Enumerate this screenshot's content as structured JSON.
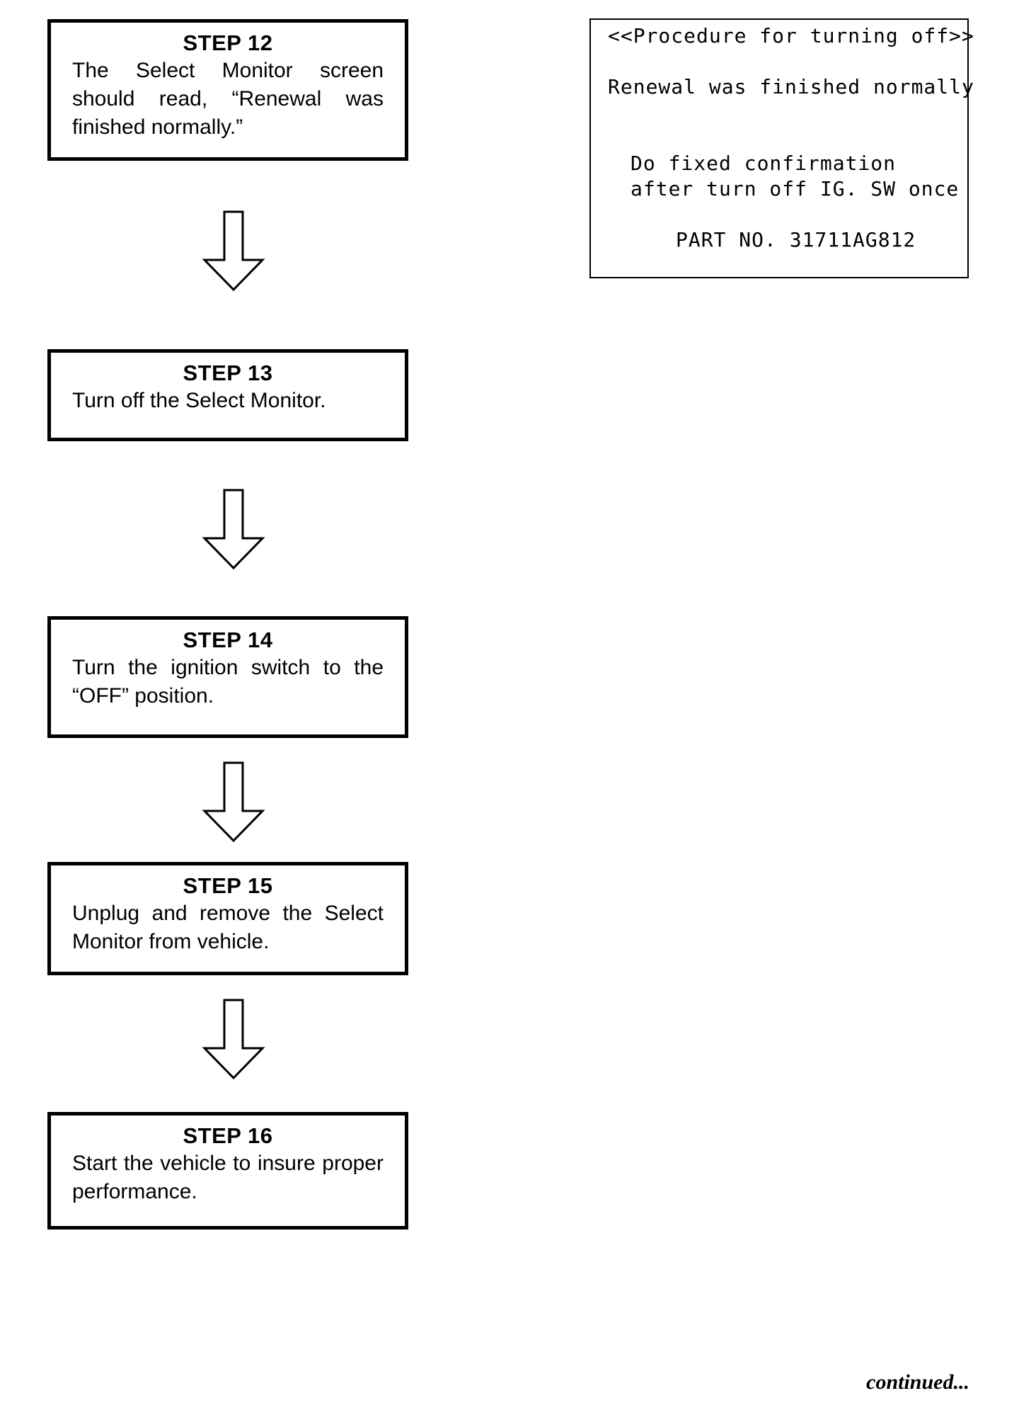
{
  "steps": [
    {
      "title": "STEP 12",
      "text": "The Select Monitor screen should read, “Renewal was finished normally.”"
    },
    {
      "title": "STEP 13",
      "text": "Turn off the Select Monitor."
    },
    {
      "title": "STEP 14",
      "text": "Turn the ignition switch to the “OFF” position."
    },
    {
      "title": "STEP 15",
      "text": "Unplug and remove the Select Monitor from vehicle."
    },
    {
      "title": "STEP 16",
      "text": "Start the vehicle to insure proper performance."
    }
  ],
  "screen": {
    "header": "<<Procedure for turning off>>",
    "message": "Renewal was finished normally",
    "instruction_line1": "Do fixed confirmation",
    "instruction_line2": "after turn off IG. SW once",
    "part_no": "PART NO. 31711AG812"
  },
  "footer": {
    "continued": "continued..."
  }
}
